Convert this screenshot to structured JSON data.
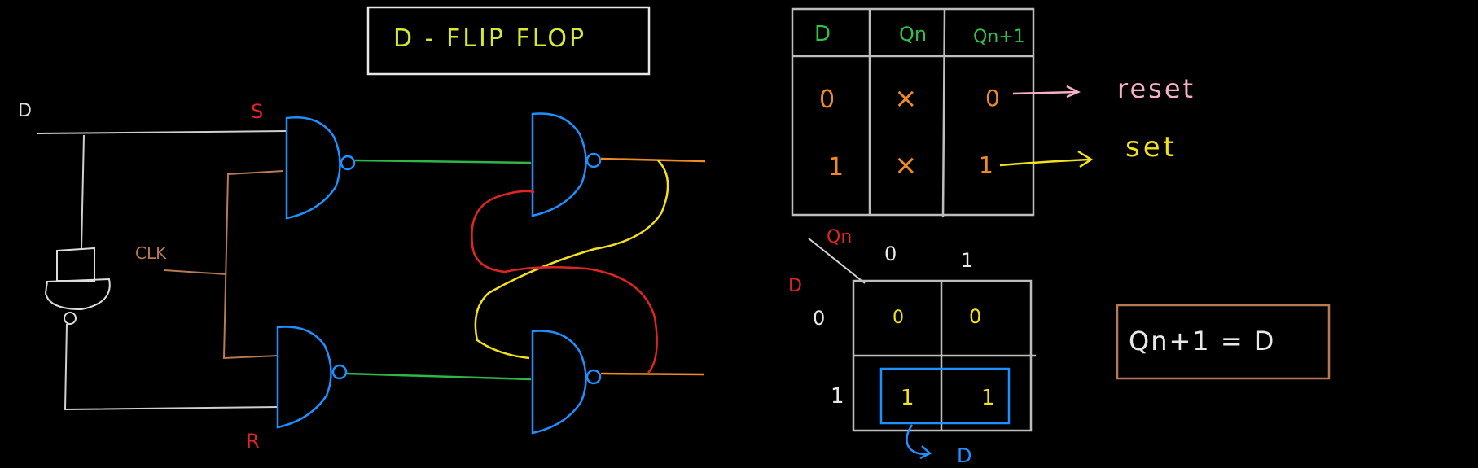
{
  "title": "D - FLIP FLOP",
  "circuit": {
    "input_d": "D",
    "clock": "CLK",
    "set": "S",
    "reset": "R"
  },
  "truth_table": {
    "headers": [
      "D",
      "Qn",
      "Qn+1"
    ],
    "rows": [
      {
        "d": "0",
        "qn": "×",
        "qn1": "0",
        "note": "reset"
      },
      {
        "d": "1",
        "qn": "×",
        "qn1": "1",
        "note": "set"
      }
    ]
  },
  "kmap": {
    "row_var": "D",
    "col_var": "Qn",
    "col_labels": [
      "0",
      "1"
    ],
    "row_labels": [
      "0",
      "1"
    ],
    "cells": [
      [
        "0",
        "0"
      ],
      [
        "1",
        "1"
      ]
    ],
    "group_label": "D"
  },
  "equation": "Qn+1 = D",
  "colors": {
    "title": "#d7e832",
    "gate": "#1e90ff",
    "wire": "#cfcfcf",
    "clk_wire": "#b87a55",
    "green_wire": "#2fb54a",
    "orange": "#f08a24",
    "red": "#e02424",
    "yellow": "#f2e21e",
    "pink": "#f6b0c4",
    "table_header": "#31c04a",
    "equation_box": "#b87a55"
  }
}
